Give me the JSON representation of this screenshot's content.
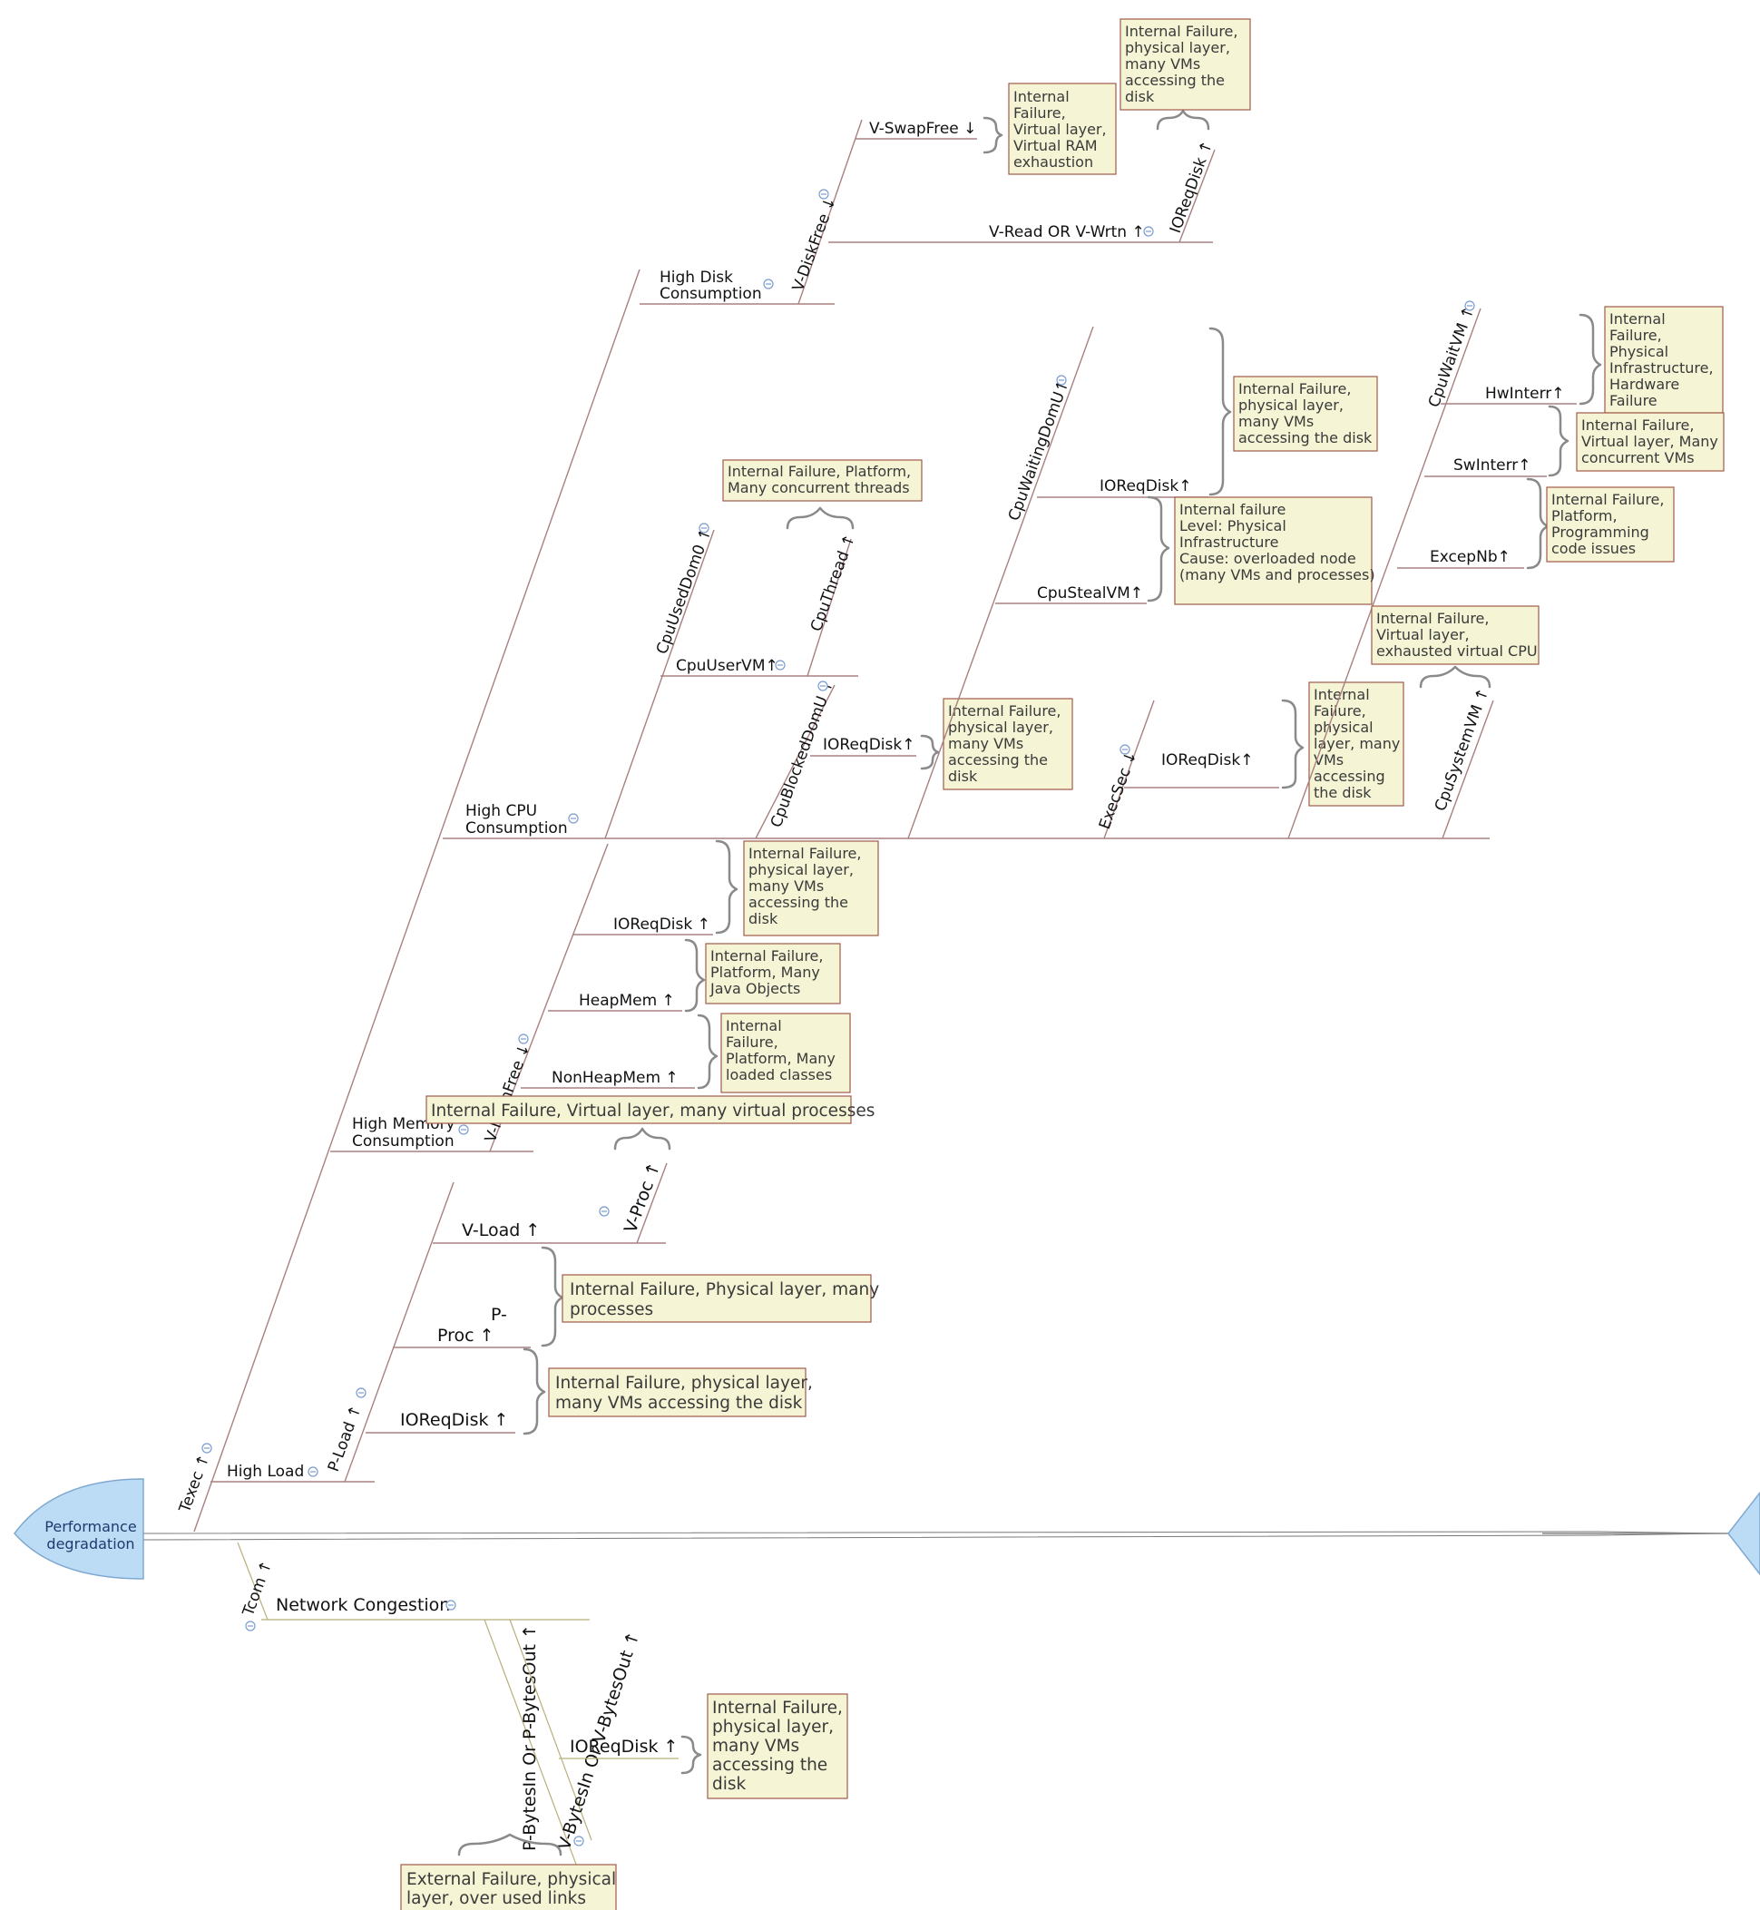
{
  "head": {
    "label": [
      "Performance",
      "degradation"
    ]
  },
  "primary": {
    "texec": "Texec ↑",
    "tcom": "Tcom ↑"
  },
  "labels": {
    "high_disk": [
      "High Disk",
      "Consumption"
    ],
    "v_diskfree": "V-DiskFree ↓",
    "v_swapfree": "V-SwapFree ↓",
    "v_read_wrtn": "V-Read OR V-Wrtn ↑",
    "ioreqdisk_disk": "IOReqDisk ↑",
    "high_cpu": [
      "High CPU",
      "Consumption"
    ],
    "cpu_used_dom0": "CpuUsedDom0 ↑",
    "cpu_user_vm": "CpuUserVM↑",
    "cpu_thread": "CpuThread ↑",
    "cpu_blocked": "CpuBlockedDomU ↑",
    "ioreqdisk_blocked": "IOReqDisk↑",
    "cpu_waiting": "CpuWaitingDomU↑",
    "ioreqdisk_waiting": "IOReqDisk↑",
    "cpu_steal": "CpuStealVM↑",
    "exec_sec": "ExecSec ↓",
    "ioreqdisk_exec": "IOReqDisk↑",
    "cpu_wait_vm": "CpuWaitVM ↑",
    "hw_interr": "HwInterr↑",
    "sw_interr": "SwInterr↑",
    "excep_nb": "ExcepNb↑",
    "cpu_system_vm": "CpuSystemVM ↑",
    "high_mem": [
      "High Memory",
      "Consumption"
    ],
    "v_memfree": "V-MemFree ↓",
    "ioreqdisk_mem": "IOReqDisk ↑",
    "heap_mem": "HeapMem ↑",
    "nonheap_mem": "NonHeapMem ↑",
    "high_load": "High Load",
    "p_load": "P-Load ↑",
    "v_load": "V-Load ↑",
    "v_proc": "V-Proc ↑",
    "p_proc": [
      "P-",
      "Proc ↑"
    ],
    "ioreqdisk_load": "IOReqDisk ↑",
    "net_congestion": "Network Congestion",
    "p_bytes": "P-BytesIn Or P-BytesOut ↑",
    "v_bytes": "V-BytesIn Or V-BytesOut ↑",
    "ioreqdisk_net": "IOReqDisk ↑"
  },
  "notes": {
    "swap_ram": [
      "Internal",
      "Failure,",
      "Virtual layer,",
      "Virtual RAM",
      "exhaustion"
    ],
    "disk_many_vms_top": [
      "Internal Failure,",
      "physical layer,",
      "many VMs",
      "accessing the",
      "disk"
    ],
    "platform_threads": [
      "Internal Failure, Platform,",
      "Many concurrent threads"
    ],
    "blocked_disk": [
      "Internal Failure,",
      "physical layer,",
      "many VMs",
      "accessing the",
      "disk"
    ],
    "waiting_disk": [
      "Internal Failure,",
      "physical layer,",
      "many VMs",
      "accessing the disk"
    ],
    "steal_overloaded": [
      "Internal failure",
      "Level: Physical",
      "Infrastructure",
      "Cause: overloaded node",
      "(many VMs and processes)"
    ],
    "hw_failure": [
      "Internal",
      "Failure,",
      "Physical",
      "Infrastructure,",
      "Hardware",
      "Failure"
    ],
    "sw_many_vms": [
      "Internal Failure,",
      "Virtual layer, Many",
      "concurrent VMs"
    ],
    "excep_code": [
      "Internal Failure,",
      "Platform,",
      "Programming",
      "code issues"
    ],
    "system_vcpu": [
      "Internal Failure,",
      "Virtual layer,",
      "exhausted virtual CPU"
    ],
    "exec_disk": [
      "Internal",
      "Failure,",
      "physical",
      "layer, many",
      "VMs",
      "accessing",
      "the disk"
    ],
    "mem_disk": [
      "Internal Failure,",
      "physical layer,",
      "many VMs",
      "accessing the",
      "disk"
    ],
    "heap_java": [
      "Internal Failure,",
      "Platform, Many",
      "Java Objects"
    ],
    "nonheap_classes": [
      "Internal",
      "Failure,",
      "Platform, Many",
      "loaded classes"
    ],
    "vproc_virtual": [
      "Internal Failure, Virtual layer, many virtual processes"
    ],
    "pproc_physical": [
      "Internal Failure, Physical layer, many",
      "processes"
    ],
    "load_disk": [
      "Internal Failure, physical layer,",
      "many VMs accessing the disk"
    ],
    "net_disk": [
      "Internal Failure,",
      "physical layer,",
      "many VMs",
      "accessing the",
      "disk"
    ],
    "net_external": [
      "External Failure, physical",
      "layer, over used links"
    ]
  }
}
